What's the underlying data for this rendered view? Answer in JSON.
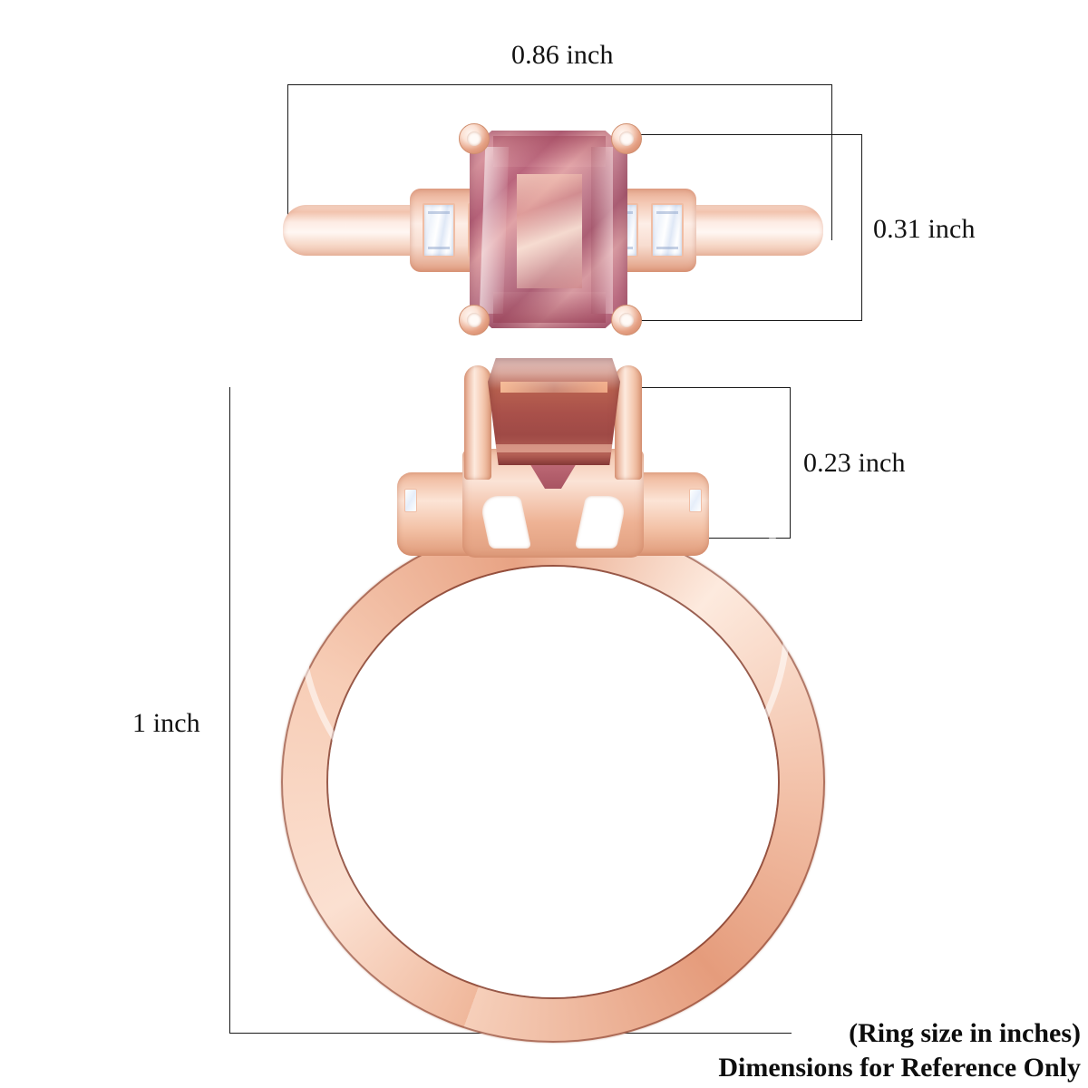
{
  "diagram": {
    "title": "Ring size reference diagram",
    "unit": "inch"
  },
  "measurements": [
    {
      "id": "width",
      "label": "0.86 inch",
      "value": 0.86,
      "unit": "inch",
      "describes": "top-view overall width of ring"
    },
    {
      "id": "head-width",
      "label": "0.31 inch",
      "value": 0.31,
      "unit": "inch",
      "describes": "top-view height of centre setting"
    },
    {
      "id": "head-height",
      "label": "0.23 inch",
      "value": 0.23,
      "unit": "inch",
      "describes": "side-view height of centre setting"
    },
    {
      "id": "overall-height",
      "label": "1 inch",
      "value": 1,
      "unit": "inch",
      "describes": "side-view overall height of ring"
    }
  ],
  "footer": {
    "line1": "(Ring size in inches)",
    "line2": "Dimensions for Reference Only"
  },
  "product": {
    "top_view": {
      "name": "ring-top-view",
      "center_stone": "emerald-cut pink tourmaline",
      "center_stone_color": "#bd6f84",
      "prong_count": 4,
      "side_stones": "baguette white diamonds",
      "side_stone_color": "#ffffff",
      "side_stone_count": 4,
      "metal": "rose gold",
      "metal_color": "#f2c3ae"
    },
    "side_view": {
      "name": "ring-side-view",
      "center_stone": "emerald-cut pink tourmaline",
      "center_stone_color": "#a9504a",
      "metal": "rose gold",
      "metal_color": "#f0b89c",
      "setting": "open gallery basket"
    }
  },
  "colors": {
    "background": "#ffffff",
    "rule": "#1a1a1a",
    "text": "#111111",
    "rose_gold": "#f2c3ae",
    "tourmaline_pink": "#bd6f84",
    "diamond_white": "#ffffff"
  }
}
